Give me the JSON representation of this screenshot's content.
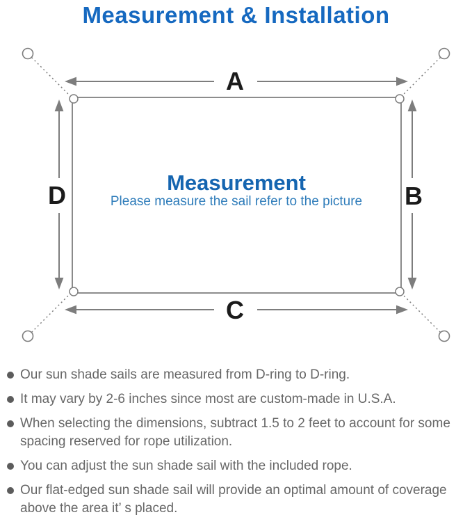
{
  "title": "Measurement & Installation",
  "diagram": {
    "labels": {
      "top": "A",
      "right": "B",
      "bottom": "C",
      "left": "D"
    },
    "center_title": "Measurement",
    "center_subtitle": "Please measure the sail refer to the picture"
  },
  "bullets": [
    "Our sun shade sails are measured from D-ring to D-ring.",
    "It may vary by 2-6 inches since most are custom-made in U.S.A.",
    "When selecting the dimensions, subtract 1.5 to 2 feet to account for some spacing reserved for rope utilization.",
    "You can adjust the sun shade sail with the included rope.",
    "Our flat-edged sun shade sail will provide an optimal amount of coverage above the area it’ s placed."
  ],
  "colors": {
    "title_blue": "#1669c0",
    "center_title_blue": "#1565b0",
    "center_subtitle_blue": "#2e7cba",
    "line_gray": "#7d7d7d",
    "label_black": "#1b1b1b",
    "body_text_gray": "#676767"
  }
}
